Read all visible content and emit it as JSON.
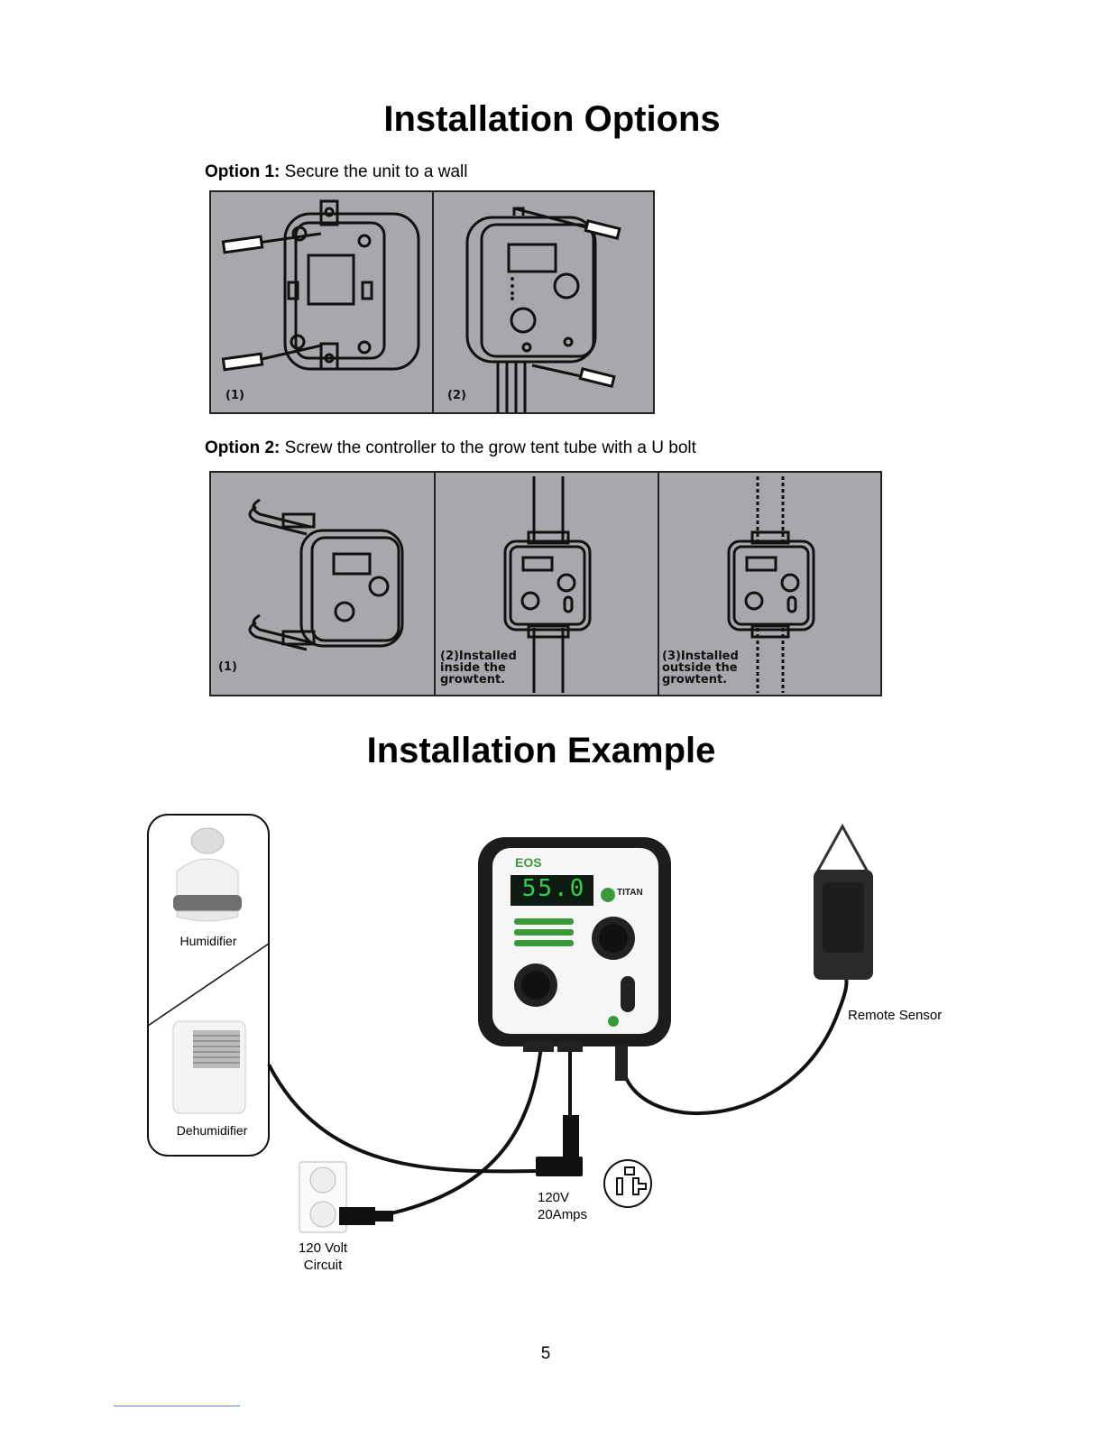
{
  "title_options": "Installation Options",
  "option1": {
    "label": "Option 1:",
    "text": " Secure the unit to a wall",
    "panels": [
      "(1)",
      "(2)"
    ]
  },
  "option2": {
    "label": "Option 2:",
    "text": " Screw the controller to the grow tent tube with a U bolt",
    "panels": [
      "(1)",
      "(2)Installed\n   inside the\n   growtent.",
      "(3)Installed\n   outside the\n   growtent."
    ]
  },
  "title_example": "Installation Example",
  "example": {
    "humidifier": "Humidifier",
    "dehumidifier": "Dehumidifier",
    "remote_sensor": "Remote Sensor",
    "outlet_120": "120 Volt\nCircuit",
    "outlet_20a": "120V\n20Amps",
    "controller": {
      "brand": "EOS",
      "display": "55.0",
      "maker": "TITAN"
    }
  },
  "page_number": "5",
  "colors": {
    "panel_gray": "#a7a8ab",
    "display_green": "#2fd24a",
    "brand_green": "#3a9a3a"
  }
}
